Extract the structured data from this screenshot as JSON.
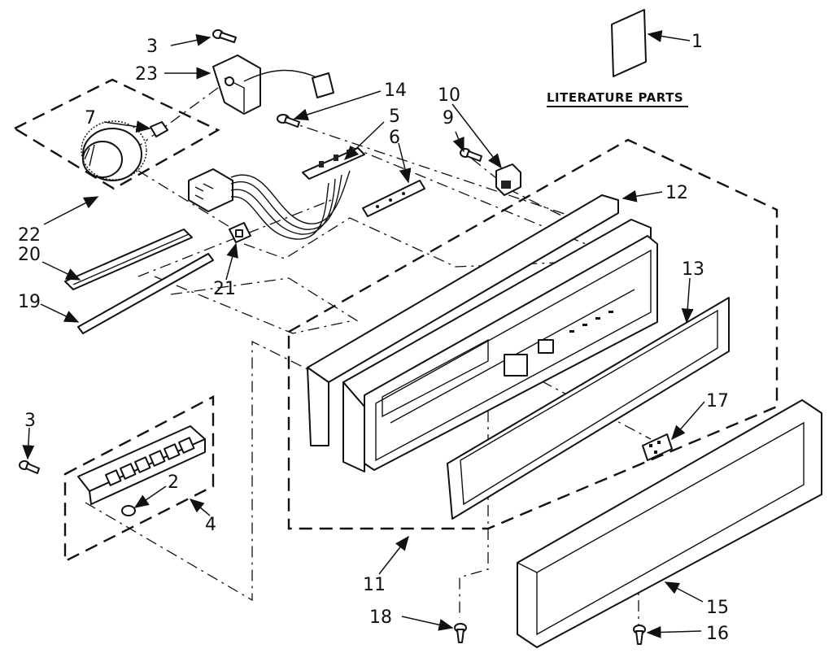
{
  "literature": {
    "heading": "LITERATURE PARTS"
  },
  "callouts": {
    "c1": "1",
    "c2": "2",
    "c3a": "3",
    "c3b": "3",
    "c4": "4",
    "c5": "5",
    "c6": "6",
    "c7": "7",
    "c9": "9",
    "c10": "10",
    "c11": "11",
    "c12": "12",
    "c13": "13",
    "c14": "14",
    "c15": "15",
    "c16": "16",
    "c17": "17",
    "c18": "18",
    "c19": "19",
    "c20": "20",
    "c21": "21",
    "c22": "22",
    "c23": "23"
  }
}
